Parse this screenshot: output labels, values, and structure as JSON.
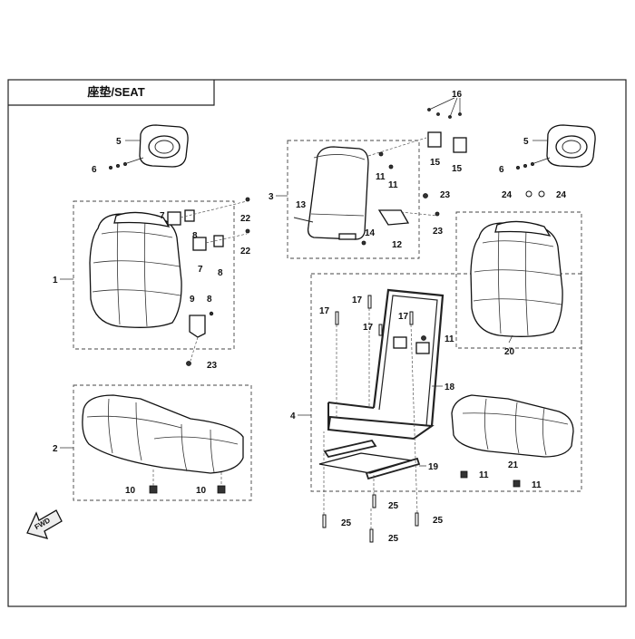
{
  "title": "座垫/SEAT",
  "fwd_label": "FWD",
  "callouts": {
    "p1": "1",
    "p2": "2",
    "p3": "3",
    "p4": "4",
    "p5a": "5",
    "p5b": "5",
    "p6a": "6",
    "p6b": "6",
    "p7a": "7",
    "p7b": "7",
    "p8a": "8",
    "p8b": "8",
    "p8c": "8",
    "p9": "9",
    "p10a": "10",
    "p10b": "10",
    "p11a": "11",
    "p11b": "11",
    "p11c": "11",
    "p11d": "11",
    "p11e": "11",
    "p12": "12",
    "p13": "13",
    "p14": "14",
    "p15a": "15",
    "p15b": "15",
    "p16": "16",
    "p17a": "17",
    "p17b": "17",
    "p17c": "17",
    "p17d": "17",
    "p18": "18",
    "p19": "19",
    "p20": "20",
    "p21": "21",
    "p22a": "22",
    "p22b": "22",
    "p23a": "23",
    "p23b": "23",
    "p23c": "23",
    "p24a": "24",
    "p24b": "24",
    "p25a": "25",
    "p25b": "25",
    "p25c": "25",
    "p25d": "25"
  }
}
